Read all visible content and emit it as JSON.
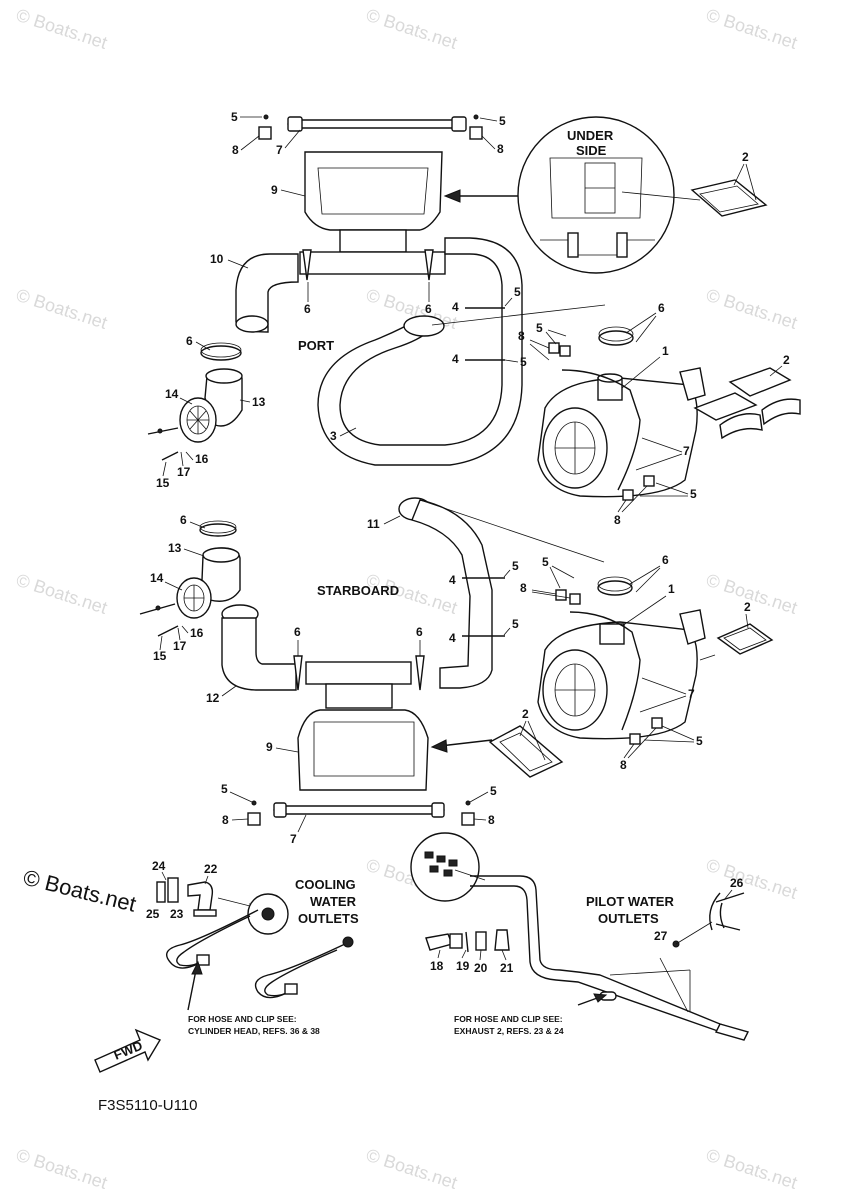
{
  "watermark": "© Boats.net",
  "labels": {
    "under_side_1": "UNDER",
    "under_side_2": "SIDE",
    "port": "PORT",
    "starboard": "STARBOARD",
    "cooling_1": "COOLING",
    "cooling_2": "WATER",
    "cooling_3": "OUTLETS",
    "pilot_1": "PILOT WATER",
    "pilot_2": "OUTLETS",
    "note_cyl_1": "FOR HOSE AND CLIP SEE:",
    "note_cyl_2": "CYLINDER HEAD, REFS. 36 & 38",
    "note_exh_1": "FOR HOSE AND CLIP SEE:",
    "note_exh_2": "EXHAUST 2, REFS. 23 & 24",
    "fwd": "FWD",
    "drawing_code": "F3S5110-U110",
    "brand_mark": "© Boats.net"
  },
  "callouts": {
    "c1": "1",
    "c2": "2",
    "c3": "3",
    "c4": "4",
    "c5": "5",
    "c6": "6",
    "c7": "7",
    "c8": "8",
    "c9": "9",
    "c10": "10",
    "c11": "11",
    "c12": "12",
    "c13": "13",
    "c14": "14",
    "c15": "15",
    "c16": "16",
    "c17": "17",
    "c18": "18",
    "c19": "19",
    "c20": "20",
    "c21": "21",
    "c22": "22",
    "c23": "23",
    "c24": "24",
    "c25": "25",
    "c26": "26",
    "c27": "27"
  }
}
